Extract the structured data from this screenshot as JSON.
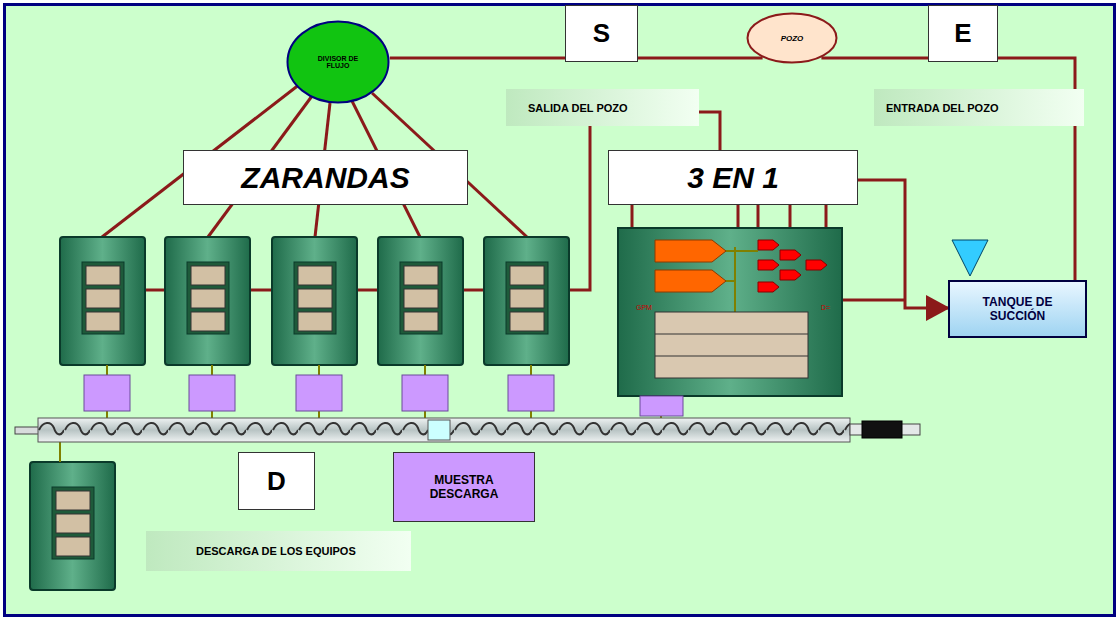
{
  "diagram": {
    "nodes": [
      {
        "text": [
          "DIVISOR DE FLUJO"
        ]
      },
      {
        "text": [
          "S",
          "SALIDA DEL POZO"
        ]
      },
      {
        "text": [
          "POZO"
        ]
      },
      {
        "text": [
          "E",
          "ENTRADA DEL POZO"
        ]
      },
      {
        "text": [
          "ZARANDAS"
        ]
      },
      {
        "text": [
          "3 EN 1"
        ]
      },
      {
        "text": [
          "TANQUE DE SUCCIÓN"
        ]
      },
      {
        "text": [
          "D",
          "DESCARGA DE LOS EQUIPOS"
        ]
      },
      {
        "text": [
          "MUESTRA DESCARGA"
        ]
      }
    ],
    "edges": [
      {
        "from": 0,
        "to": 1,
        "arrow": "none"
      },
      {
        "from": 1,
        "to": 2,
        "arrow": "none"
      },
      {
        "from": 2,
        "to": 3,
        "arrow": "none"
      },
      {
        "from": 3,
        "to": 6,
        "arrow": "none"
      },
      {
        "from": 5,
        "to": 6,
        "arrow": "to"
      }
    ],
    "labels": [
      "GPM",
      "D="
    ]
  }
}
